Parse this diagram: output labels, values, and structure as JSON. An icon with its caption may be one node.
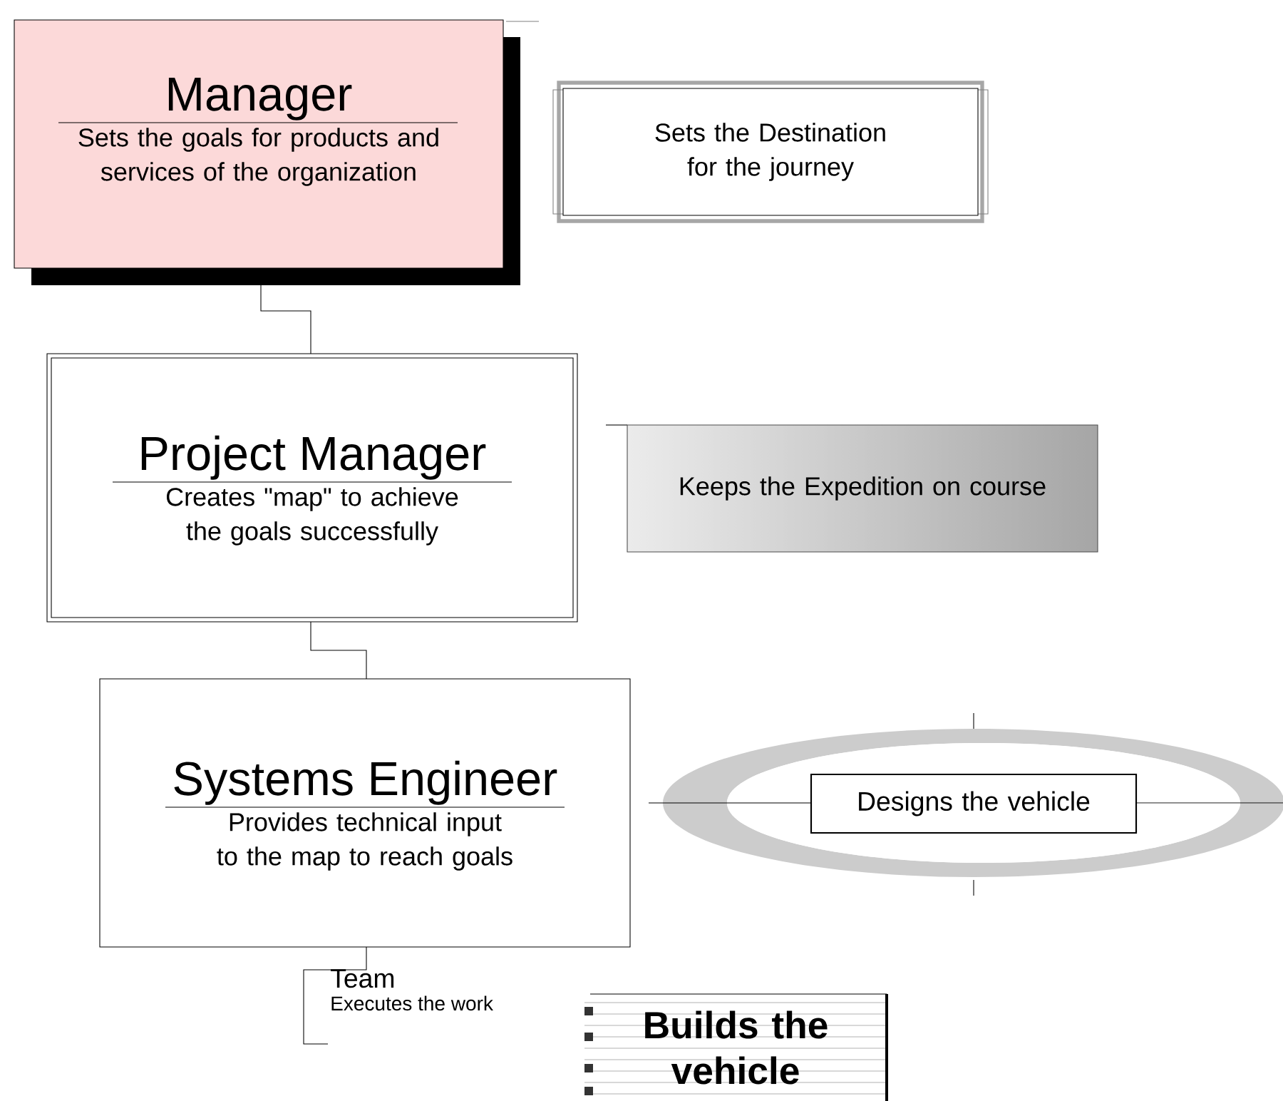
{
  "diagram": {
    "nodes": [
      {
        "text": [
          "Manager",
          "Sets the goals for products and services of the organization"
        ]
      },
      {
        "text": [
          "Sets the Destination for the journey"
        ]
      },
      {
        "text": [
          "Project Manager",
          "Creates \"map\" to achieve the goals successfully"
        ]
      },
      {
        "text": [
          "Keeps the Expedition on course"
        ]
      },
      {
        "text": [
          "Systems Engineer",
          "Provides technical input to the map to reach goals"
        ]
      },
      {
        "text": [
          "Designs the vehicle"
        ]
      },
      {
        "text": [
          "Team",
          "Executes the work"
        ]
      },
      {
        "text": [
          "Builds the vehicle"
        ]
      }
    ],
    "edges": [
      {
        "from": 0,
        "to": 2,
        "arrow": "none"
      },
      {
        "from": 2,
        "to": 4,
        "arrow": "none"
      },
      {
        "from": 4,
        "to": 6,
        "arrow": "none"
      }
    ]
  }
}
